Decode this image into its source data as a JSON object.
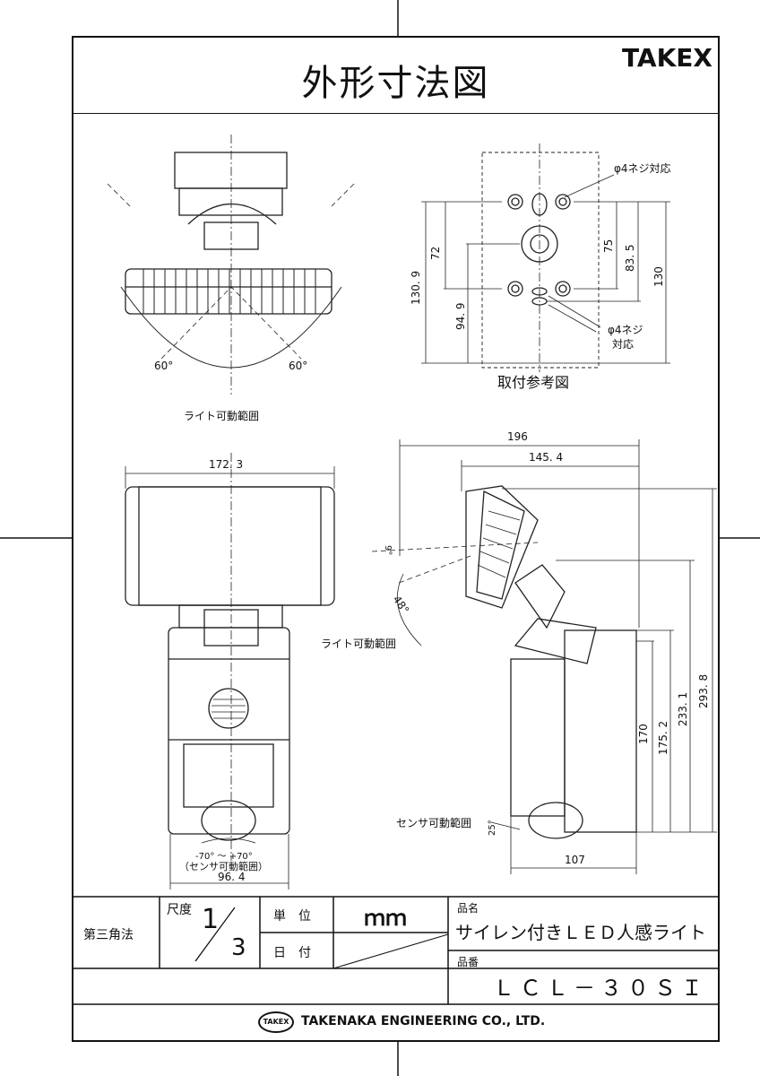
{
  "header": {
    "title": "外形寸法図",
    "brand": "TAKEX"
  },
  "views": {
    "front_top": {
      "label": "ライト可動範囲",
      "angle_left": "60°",
      "angle_right": "60°"
    },
    "mounting": {
      "caption": "取付参考図",
      "note_top": "φ4ネジ対応",
      "note_bottom_l1": "φ4ネジ",
      "note_bottom_l2": "対応",
      "dims": [
        "72",
        "130. 9",
        "94. 9",
        "75",
        "83. 5",
        "130"
      ]
    },
    "front": {
      "width_top": "172. 3",
      "width_bottom": "96. 4",
      "sensor_range": "-70°  ～  +70°",
      "sensor_label": "（センサ可動範囲）"
    },
    "side": {
      "dims_top": [
        "196",
        "145. 4"
      ],
      "angle_small": "9°",
      "angle_light": "48°",
      "light_label": "ライト可動範囲",
      "sensor_label": "センサ可動範囲",
      "angle_sensor": "25°",
      "dims_right": [
        "170",
        "175. 2",
        "233. 1",
        "293. 8"
      ],
      "dim_bottom": "107"
    }
  },
  "title_block": {
    "projection": "第三角法",
    "scale_label": "尺度",
    "scale_num": "1",
    "scale_den": "3",
    "unit_label": "単　位",
    "unit_value": "ｍｍ",
    "date_label": "日　付",
    "product_label": "品名",
    "product_name": "サイレン付きＬＥＤ人感ライト",
    "model_label": "品番",
    "model_number": "ＬＣＬ－３０ＳＩ",
    "company_logo": "TAKEX",
    "company": "TAKENAKA ENGINEERING CO., LTD."
  }
}
